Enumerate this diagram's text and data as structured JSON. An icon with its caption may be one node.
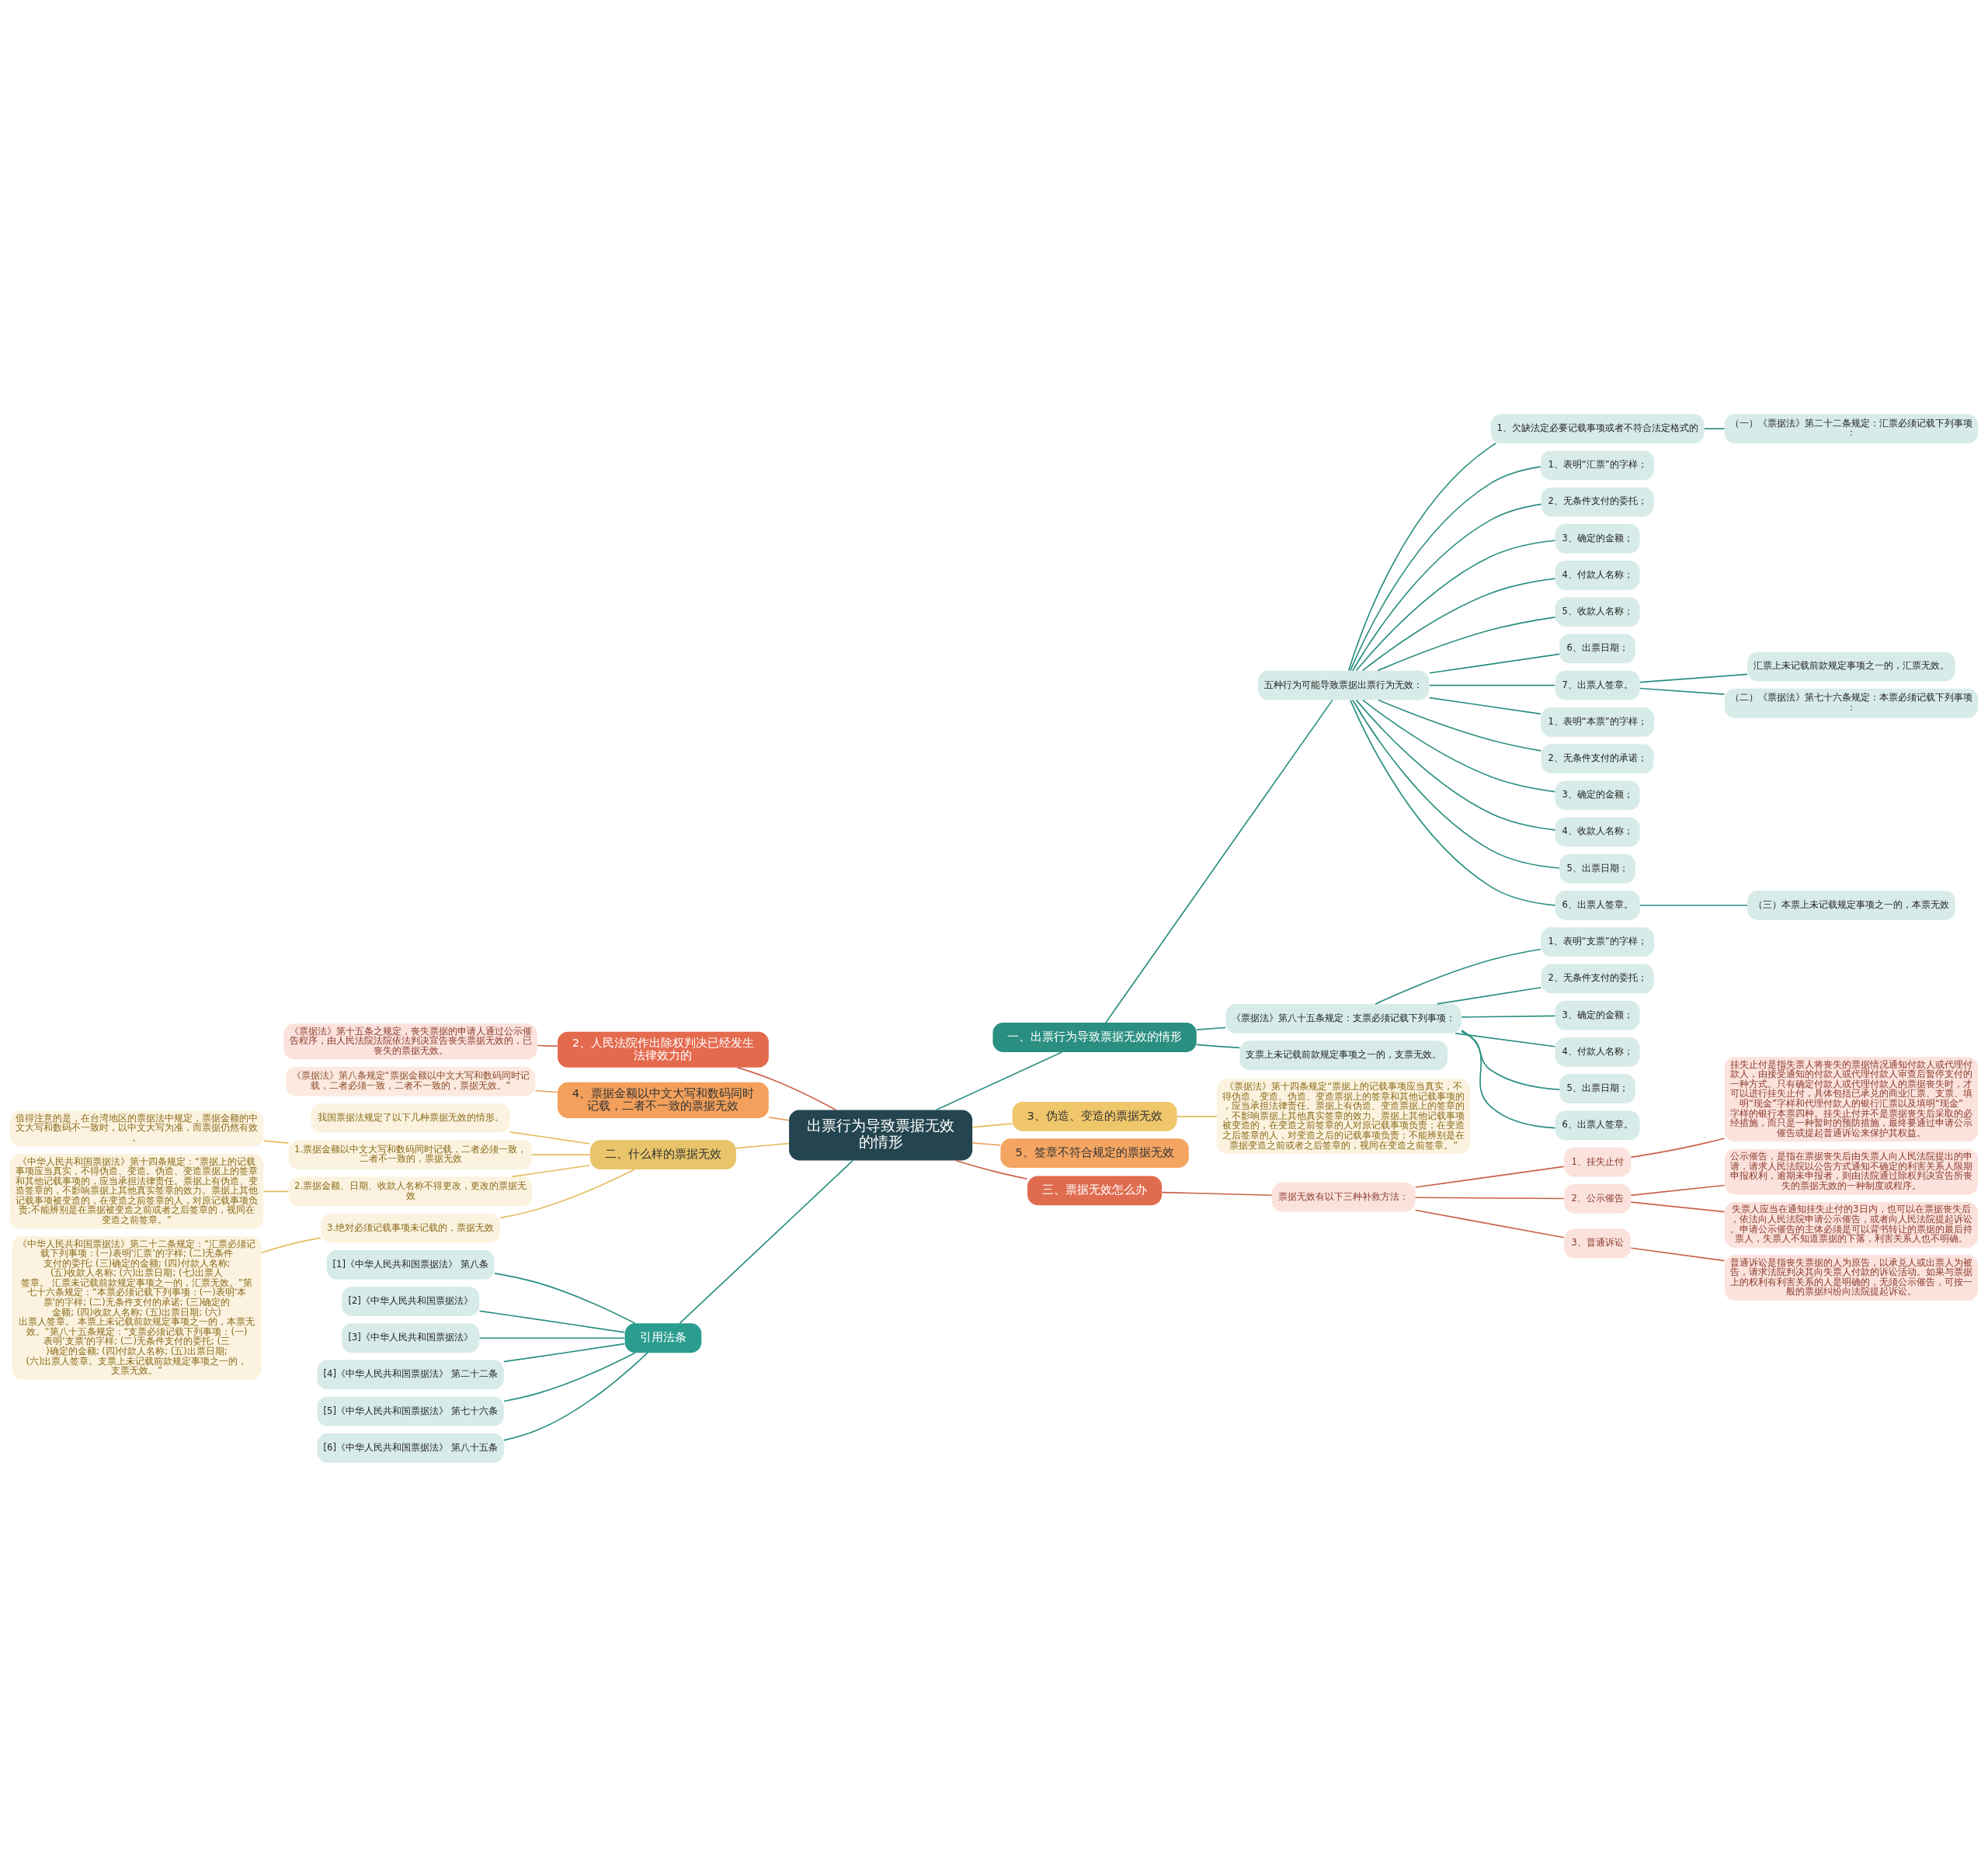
{
  "diagram": {
    "nodes": [
      {
        "text": [
          "出票行为导致票据无效的情形"
        ]
      },
      {
        "text": [
          "一、出票行为导致票据无效的情形"
        ]
      },
      {
        "text": [
          "五种行为可能导致票据出票行为无效："
        ]
      },
      {
        "text": [
          "1、欠缺法定必要记载事项或者不符合法定格式的"
        ]
      },
      {
        "text": [
          "（一）《票据法》第二十二条规定：汇票必须记载下列事项："
        ]
      },
      {
        "text": [
          "1、表明“汇票”的字样；"
        ]
      },
      {
        "text": [
          "2、无条件支付的委托；"
        ]
      },
      {
        "text": [
          "3、确定的金额；"
        ]
      },
      {
        "text": [
          "4、付款人名称；"
        ]
      },
      {
        "text": [
          "5、收款人名称；"
        ]
      },
      {
        "text": [
          "6、出票日期；"
        ]
      },
      {
        "text": [
          "7、出票人签章。"
        ]
      },
      {
        "text": [
          "汇票上未记载前款规定事项之一的，汇票无效。"
        ]
      },
      {
        "text": [
          "（二）《票据法》第七十六条规定：本票必须记载下列事项："
        ]
      },
      {
        "text": [
          "1、表明“本票”的字样；"
        ]
      },
      {
        "text": [
          "2、无条件支付的承诺；"
        ]
      },
      {
        "text": [
          "3、确定的金额；"
        ]
      },
      {
        "text": [
          "4、收款人名称；"
        ]
      },
      {
        "text": [
          "5、出票日期；"
        ]
      },
      {
        "text": [
          "6、出票人签章。"
        ]
      },
      {
        "text": [
          "（三）本票上未记载规定事项之一的，本票无效"
        ]
      },
      {
        "text": [
          "《票据法》第八十五条规定：支票必须记载下列事项："
        ]
      },
      {
        "text": [
          "1、表明“支票”的字样；"
        ]
      },
      {
        "text": [
          "2、无条件支付的委托；"
        ]
      },
      {
        "text": [
          "3、确定的金额；"
        ]
      },
      {
        "text": [
          "4、付款人名称；"
        ]
      },
      {
        "text": [
          "5、出票日期；"
        ]
      },
      {
        "text": [
          "6、出票人签章。"
        ]
      },
      {
        "text": [
          "支票上未记载前款规定事项之一的，支票无效。"
        ]
      },
      {
        "text": [
          "3、伪造、变造的票据无效"
        ]
      },
      {
        "text": [
          "《票据法》第十四条规定“票据上的记载事项应当真实，不得伪造、变造。伪造、变造票据上的签章和其他记载事项的，应当承担法律责任。票据上有伪造、变造票据上的签章的，不影响票据上其他真实签章的效力。票据上其他记载事项被变造的，在变造之前签章的人对原记载事项负责；在变造之后签章的人，对变造之后的记载事项负责；不能辨别是在票据变造之前或者之后签章的，视同在变造之前签章。”"
        ]
      },
      {
        "text": [
          "5、签章不符合规定的票据无效"
        ]
      },
      {
        "text": [
          "三、票据无效怎么办"
        ]
      },
      {
        "text": [
          "票据无效有以下三种补救方法："
        ]
      },
      {
        "text": [
          "1、挂失止付"
        ]
      },
      {
        "text": [
          "挂失止付是指失票人将丧失的票据情况通知付款人或代理付款人，由接受通知的付款人或代理付款人审查后暂停支付的一种方式。只有确定付款人或代理付款人的票据丧失时，才可以进行挂失止付，具体包括已承兑的商业汇票、支票、填明“现金”字样和代理付款人的银行汇票以及填明“现金”字样的银行本票四种。挂失止付并不是票据丧失后采取的必经措施，而只是一种暂时的预防措施，最终要通过申请公示催告或提起普通诉讼来保护其权益。"
        ]
      },
      {
        "text": [
          "2、公示催告"
        ]
      },
      {
        "text": [
          "公示催告，是指在票据丧失后由失票人向人民法院提出的申请，请求人民法院以公告方式通知不确定的利害关系人限期申报权利，逾期未申报者，则由法院通过除权判决宣告所丧失的票据无效的一种制度或程序。"
        ]
      },
      {
        "text": [
          "失票人应当在通知挂失止付的3日内，也可以在票据丧失后，依法向人民法院申请公示催告，或者向人民法院提起诉讼。申请公示催告的主体必须是可以背书转让的票据的最后持票人，失票人不知道票据的下落，利害关系人也不明确。"
        ]
      },
      {
        "text": [
          "3、普通诉讼"
        ]
      },
      {
        "text": [
          "普通诉讼是指丧失票据的人为原告，以承兑人或出票人为被告，请求法院判决其向失票人付款的诉讼活动。如果与票据上的权利有利害关系的人是明确的，无须公示催告，可按一般的票据纠纷向法院提起诉讼。"
        ]
      },
      {
        "text": [
          "2、人民法院作出除权判决已经发生法律效力的"
        ]
      },
      {
        "text": [
          "《票据法》第十五条之规定，丧失票据的申请人通过公示催告程序，由人民法院法院依法判决宣告丧失票据无效的，已丧失的票据无效。"
        ]
      },
      {
        "text": [
          "4、票据金额以中文大写和数码同时记载，二者不一致的票据无效"
        ]
      },
      {
        "text": [
          "《票据法》第八条规定“票据金额以中文大写和数码同时记载，二者必须一致，二者不一致的，票据无效。”"
        ]
      },
      {
        "text": [
          "二、什么样的票据无效"
        ]
      },
      {
        "text": [
          "我国票据法规定了以下几种票据无效的情形。"
        ]
      },
      {
        "text": [
          "1.票据金额以中文大写和数码同时记载，二者必须一致，二者不一致的，票据无效"
        ]
      },
      {
        "text": [
          "值得注意的是，在台湾地区的票据法中规定，票据金额的中文大写和数码不一致时，以中文大写为准，而票据仍然有效。"
        ]
      },
      {
        "text": [
          "2.票据金额、日期、收款人名称不得更改，更改的票据无效"
        ]
      },
      {
        "text": [
          "《中华人民共和国票据法》第十四条规定：“票据上的记载事项应当真实，不得伪造、变造。伪造、变造票据上的签章和其他记载事项的，应当承担法律责任。票据上有伪造、变造签章的，不影响票据上其他真实签章的效力。票据上其他记载事项被变造的，在变造之前签章的人，对原记载事项负责;不能辨别是在票据被变造之前或者之后签章的，视同在变造之前签章。”"
        ]
      },
      {
        "text": [
          "3.绝对必须记载事项未记载的，票据无效"
        ]
      },
      {
        "text": [
          "《中华人民共和国票据法》第二十二条规定：“汇票必须记载下列事项：(一)表明‘汇票’的字样; (二)无条件支付的委托; (三)确定的金额; (四)付款人名称; (五)收款人名称; (六)出票日期; (七)出票人签章。 汇票未记载前款规定事项之一的，汇票无效。”第七十六条规定：“本票必须记载下列事项：(一)表明‘本票’的字样; (二)无条件支付的承诺; (三)确定的金额; (四)收款人名称; (五)出票日期; (六)出票人签章。 本票上未记载前款规定事项之一的，本票无效。”第八十五条规定：“支票必须记载下列事项：(一)表明‘支票’的字样; (二)无条件支付的委托; (三)确定的金额; (四)付款人名称; (五)出票日期; (六)出票人签章。支票上未记载前款规定事项之一的，支票无效。”"
        ]
      },
      {
        "text": [
          "引用法条"
        ]
      },
      {
        "text": [
          "[1]《中华人民共和国票据法》 第八条"
        ]
      },
      {
        "text": [
          "[2]《中华人民共和国票据法》"
        ]
      },
      {
        "text": [
          "[3]《中华人民共和国票据法》"
        ]
      },
      {
        "text": [
          "[4]《中华人民共和国票据法》 第二十二条"
        ]
      },
      {
        "text": [
          "[5]《中华人民共和国票据法》 第七十六条"
        ]
      },
      {
        "text": [
          "[6]《中华人民共和国票据法》 第八十五条"
        ]
      }
    ],
    "edges": [
      {
        "from": 0,
        "to": 1,
        "arrow": "none"
      },
      {
        "from": 1,
        "to": 2,
        "arrow": "none"
      },
      {
        "from": 2,
        "to": 3,
        "arrow": "none"
      },
      {
        "from": 3,
        "to": 4,
        "arrow": "none"
      },
      {
        "from": 2,
        "to": 5,
        "arrow": "none"
      },
      {
        "from": 2,
        "to": 6,
        "arrow": "none"
      },
      {
        "from": 2,
        "to": 7,
        "arrow": "none"
      },
      {
        "from": 2,
        "to": 8,
        "arrow": "none"
      },
      {
        "from": 2,
        "to": 9,
        "arrow": "none"
      },
      {
        "from": 2,
        "to": 10,
        "arrow": "none"
      },
      {
        "from": 2,
        "to": 11,
        "arrow": "none"
      },
      {
        "from": 11,
        "to": 12,
        "arrow": "none"
      },
      {
        "from": 11,
        "to": 13,
        "arrow": "none"
      },
      {
        "from": 2,
        "to": 14,
        "arrow": "none"
      },
      {
        "from": 2,
        "to": 15,
        "arrow": "none"
      },
      {
        "from": 2,
        "to": 16,
        "arrow": "none"
      },
      {
        "from": 2,
        "to": 17,
        "arrow": "none"
      },
      {
        "from": 2,
        "to": 18,
        "arrow": "none"
      },
      {
        "from": 2,
        "to": 19,
        "arrow": "none"
      },
      {
        "from": 19,
        "to": 20,
        "arrow": "none"
      },
      {
        "from": 1,
        "to": 21,
        "arrow": "none"
      },
      {
        "from": 21,
        "to": 22,
        "arrow": "none"
      },
      {
        "from": 21,
        "to": 23,
        "arrow": "none"
      },
      {
        "from": 21,
        "to": 24,
        "arrow": "none"
      },
      {
        "from": 21,
        "to": 25,
        "arrow": "none"
      },
      {
        "from": 21,
        "to": 26,
        "arrow": "none"
      },
      {
        "from": 21,
        "to": 27,
        "arrow": "none"
      },
      {
        "from": 1,
        "to": 28,
        "arrow": "none"
      },
      {
        "from": 0,
        "to": 29,
        "arrow": "none",
        "color": "#e3bd5f"
      },
      {
        "from": 29,
        "to": 30,
        "arrow": "none",
        "color": "#e3bd5f"
      },
      {
        "from": 0,
        "to": 31,
        "arrow": "none",
        "color": "#e8a060"
      },
      {
        "from": 0,
        "to": 32,
        "arrow": "none",
        "color": "#c9614a"
      },
      {
        "from": 32,
        "to": 33,
        "arrow": "none",
        "color": "#c9614a"
      },
      {
        "from": 33,
        "to": 34,
        "arrow": "none",
        "color": "#c9614a"
      },
      {
        "from": 34,
        "to": 35,
        "arrow": "none",
        "color": "#c9614a"
      },
      {
        "from": 33,
        "to": 36,
        "arrow": "none",
        "color": "#c9614a"
      },
      {
        "from": 36,
        "to": 37,
        "arrow": "none",
        "color": "#c9614a"
      },
      {
        "from": 36,
        "to": 38,
        "arrow": "none",
        "color": "#c9614a"
      },
      {
        "from": 33,
        "to": 39,
        "arrow": "none",
        "color": "#c9614a"
      },
      {
        "from": 39,
        "to": 40,
        "arrow": "none",
        "color": "#c9614a"
      },
      {
        "from": 0,
        "to": 41,
        "arrow": "none",
        "color": "#c9614a"
      },
      {
        "from": 41,
        "to": 42,
        "arrow": "none",
        "color": "#c9614a"
      },
      {
        "from": 0,
        "to": 43,
        "arrow": "none",
        "color": "#e8a060"
      },
      {
        "from": 43,
        "to": 44,
        "arrow": "none",
        "color": "#e8a060"
      },
      {
        "from": 0,
        "to": 45,
        "arrow": "none",
        "color": "#e3bd5f"
      },
      {
        "from": 45,
        "to": 46,
        "arrow": "none",
        "color": "#e3bd5f"
      },
      {
        "from": 45,
        "to": 47,
        "arrow": "none",
        "color": "#e3bd5f"
      },
      {
        "from": 47,
        "to": 48,
        "arrow": "none",
        "color": "#e3bd5f"
      },
      {
        "from": 45,
        "to": 49,
        "arrow": "none",
        "color": "#e3bd5f"
      },
      {
        "from": 49,
        "to": 50,
        "arrow": "none",
        "color": "#e3bd5f"
      },
      {
        "from": 45,
        "to": 51,
        "arrow": "none",
        "color": "#e3bd5f"
      },
      {
        "from": 51,
        "to": 52,
        "arrow": "none",
        "color": "#e3bd5f"
      },
      {
        "from": 0,
        "to": 53,
        "arrow": "none"
      },
      {
        "from": 53,
        "to": 54,
        "arrow": "none"
      },
      {
        "from": 53,
        "to": 55,
        "arrow": "none"
      },
      {
        "from": 53,
        "to": 56,
        "arrow": "none"
      },
      {
        "from": 53,
        "to": 57,
        "arrow": "none"
      },
      {
        "from": 53,
        "to": 58,
        "arrow": "none"
      },
      {
        "from": 53,
        "to": 59,
        "arrow": "none"
      }
    ]
  }
}
